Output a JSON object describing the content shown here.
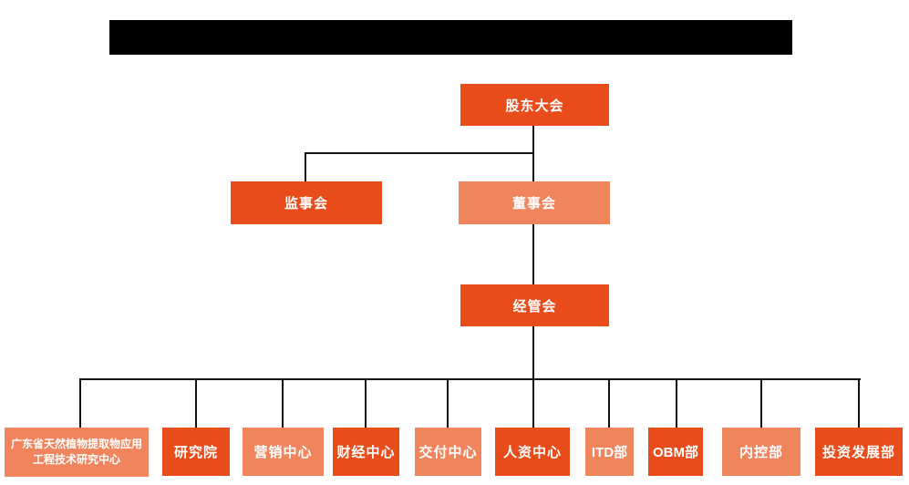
{
  "colors": {
    "dark_orange": "#e84c1b",
    "light_orange": "#f0845c",
    "line": "#111111",
    "redacted_bar": "#000000",
    "node_text": "#ffffff",
    "background": "#ffffff"
  },
  "org": {
    "level1": [
      {
        "label": "股东大会",
        "variant": "dark"
      }
    ],
    "level2": [
      {
        "label": "监事会",
        "variant": "dark"
      },
      {
        "label": "董事会",
        "variant": "light"
      }
    ],
    "level3": [
      {
        "label": "经管会",
        "variant": "dark"
      }
    ],
    "level4": [
      {
        "label": "广东省天然植物提取物应用工程技术研究中心",
        "variant": "light"
      },
      {
        "label": "研究院",
        "variant": "dark"
      },
      {
        "label": "营销中心",
        "variant": "light"
      },
      {
        "label": "财经中心",
        "variant": "dark"
      },
      {
        "label": "交付中心",
        "variant": "light"
      },
      {
        "label": "人资中心",
        "variant": "dark"
      },
      {
        "label": "ITD部",
        "variant": "light"
      },
      {
        "label": "OBM部",
        "variant": "dark"
      },
      {
        "label": "内控部",
        "variant": "light"
      },
      {
        "label": "投资发展部",
        "variant": "dark"
      }
    ]
  }
}
